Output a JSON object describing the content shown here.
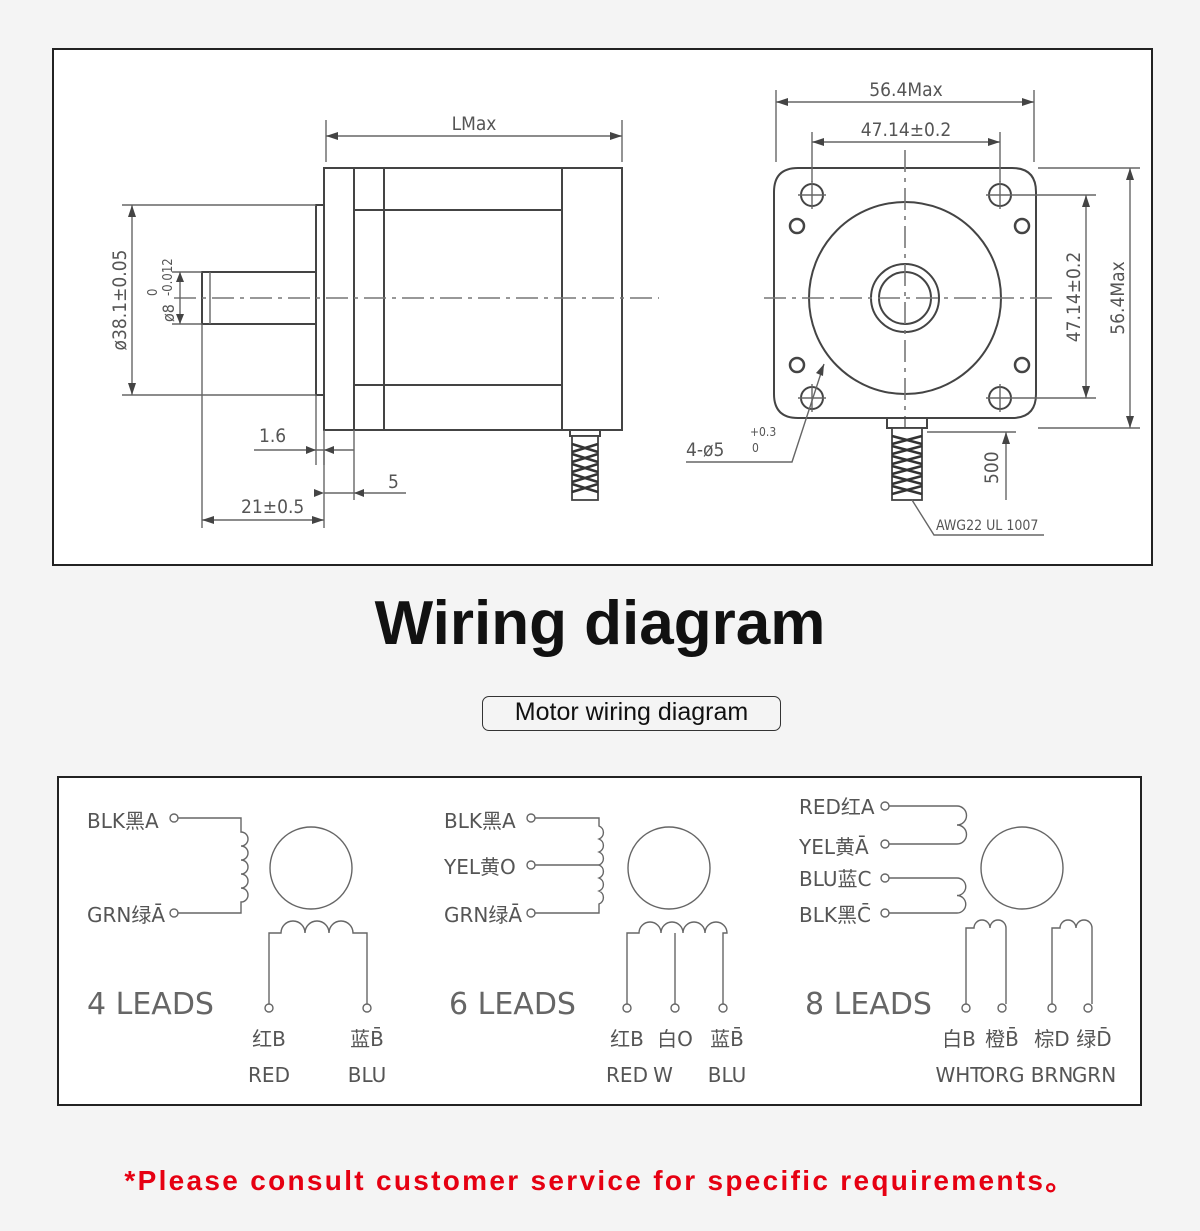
{
  "dimension_drawing": {
    "l_max": "LMax",
    "width_max_top": "56.4Max",
    "hole_spacing_top": "47.14±0.2",
    "hole_spacing_side": "47.14±0.2",
    "width_max_side": "56.4Max",
    "pilot_diameter": "ø38.1±0.05",
    "shaft_diameter": "ø8",
    "shaft_tol_upper": "0",
    "shaft_tol_lower": "-0.012",
    "flange_thickness": "1.6",
    "boss_length": "5",
    "shaft_length": "21±0.5",
    "mount_holes": "4-ø5",
    "mount_hole_tol_upper": "+0.3",
    "mount_hole_tol_lower": "0",
    "lead_length": "500",
    "wire_spec": "AWG22 UL 1007"
  },
  "title": "Wiring diagram",
  "subtitle": "Motor wiring diagram",
  "wiring": {
    "four_leads": {
      "label": "4 LEADS",
      "lead_a": "BLK黑A",
      "lead_a_bar": "GRN绿Ā",
      "bottom_cn": [
        "红B",
        "蓝B̄"
      ],
      "bottom_en": [
        "RED",
        "BLU"
      ]
    },
    "six_leads": {
      "label": "6 LEADS",
      "lead_a": "BLK黑A",
      "lead_o": "YEL黄O",
      "lead_a_bar": "GRN绿Ā",
      "bottom_cn": [
        "红B",
        "白O",
        "蓝B̄"
      ],
      "bottom_en": [
        "RED",
        "W",
        "BLU"
      ]
    },
    "eight_leads": {
      "label": "8 LEADS",
      "lead_a": "RED红A",
      "lead_a_bar": "YEL黄Ā",
      "lead_c": "BLU蓝C",
      "lead_c_bar": "BLK黑C̄",
      "bottom_cn": [
        "白B",
        "橙B̄",
        "棕D",
        "绿D̄"
      ],
      "bottom_en": [
        "WHT",
        "ORG",
        "BRN",
        "GRN"
      ]
    }
  },
  "note": "*Please consult customer service for specific requirements。"
}
